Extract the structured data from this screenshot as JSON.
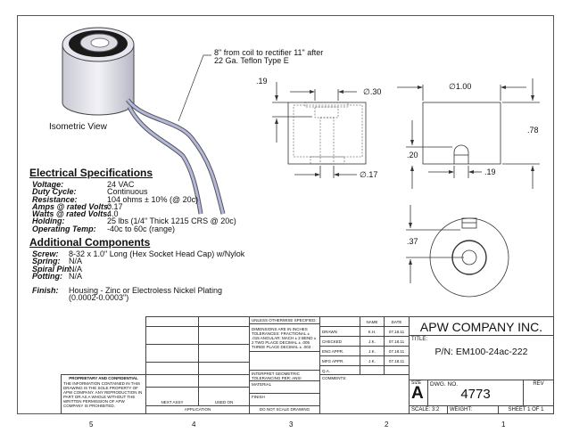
{
  "iso": {
    "label": "Isometric View",
    "callout_line1": "8\" from coil to rectifier 11\" after",
    "callout_line2": "22 Ga. Teflon Type E"
  },
  "dims": {
    "d1": ".19",
    "d2": "∅.30",
    "d3": "∅.17",
    "d4": "∅1.00",
    "d5": ".78",
    "d6": ".20",
    "d7": ".19",
    "d8": ".37"
  },
  "electrical": {
    "title": "Electrical Specifications",
    "rows": [
      {
        "k": "Voltage:",
        "v": "24 VAC"
      },
      {
        "k": "Duty Cycle:",
        "v": "Continuous"
      },
      {
        "k": "Resistance:",
        "v": "104 ohms ± 10% (@ 20c)"
      },
      {
        "k": "Amps @ rated Volts:",
        "v": "0.17"
      },
      {
        "k": "Watts @ rated Volts:",
        "v": "4.0"
      },
      {
        "k": "Holding:",
        "v": "25 lbs (1/4\" Thick 1215 CRS @ 20c)"
      },
      {
        "k": "Operating Temp:",
        "v": "-40c to 60c (range)"
      }
    ]
  },
  "additional": {
    "title": "Additional Components",
    "rows": [
      {
        "k": "Screw:",
        "v": "8-32 x 1.0\" Long (Hex Socket Head Cap) w/Nylok"
      },
      {
        "k": "Spring:",
        "v": "N/A"
      },
      {
        "k": "Spiral Pin:",
        "v": "N/A"
      },
      {
        "k": "Potting:",
        "v": "N/A"
      }
    ],
    "finish_k": "Finish:",
    "finish_v1": "Housing - Zinc or Electroless Nickel Plating",
    "finish_v2": "(0.0002-0.0003\")"
  },
  "proprietary": {
    "title": "PROPRIETARY AND CONFIDENTIAL",
    "body": "THE INFORMATION CONTAINED IN THIS DRAWING IS THE SOLE PROPERTY OF APW COMPANY. ANY REPRODUCTION IN PART OR AS A WHOLE WITHOUT THE WRITTEN PERMISSION OF APW COMPANY IS PROHIBITED."
  },
  "application": {
    "next_assy": "NEXT ASSY",
    "used_on": "USED ON",
    "label": "APPLICATION"
  },
  "tolerances": {
    "unless": "UNLESS OTHERWISE SPECIFIED:",
    "dims": "DIMENSIONS ARE IN INCHES TOLERANCES: FRACTIONAL ± .015 ANGULAR: MACH ± 2  BEND ± 2 TWO PLACE DECIMAL  ± .005 THREE PLACE DECIMAL  ± .003",
    "interpret": "INTERPRET GEOMETRIC TOLERANCING PER: ANSI",
    "material": "MATERIAL",
    "finish": "FINISH",
    "noscale": "DO NOT SCALE DRAWING"
  },
  "approvals": {
    "name_h": "NAME",
    "date_h": "DATE",
    "rows": [
      {
        "role": "DRAWN",
        "name": "K.H.",
        "date": "07.18.11"
      },
      {
        "role": "CHECKED",
        "name": "J.K.",
        "date": "07.18.11"
      },
      {
        "role": "ENG APPR.",
        "name": "J.K.",
        "date": "07.18.11"
      },
      {
        "role": "MFG APPR.",
        "name": "J.K.",
        "date": "07.18.11"
      },
      {
        "role": "Q.A.",
        "name": "",
        "date": ""
      }
    ],
    "comments": "COMMENTS:"
  },
  "title_block": {
    "company": "APW COMPANY INC.",
    "title_label": "TITLE:",
    "part": "P/N: EM100-24ac-222",
    "size_label": "SIZE",
    "size": "A",
    "dwg_label": "DWG.  NO.",
    "dwg_no": "4773",
    "rev_label": "REV",
    "scale": "SCALE: 3:2",
    "weight": "WEIGHT:",
    "sheet": "SHEET 1 OF 1"
  },
  "zones": [
    "5",
    "4",
    "3",
    "2",
    "1"
  ]
}
